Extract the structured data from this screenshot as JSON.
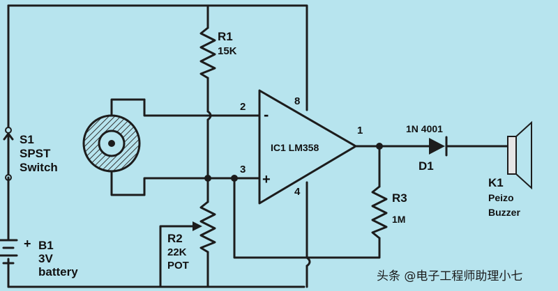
{
  "labels": {
    "r1_name": "R1",
    "r1_value": "15K",
    "s1_name": "S1",
    "s1_type": "SPST",
    "s1_desc": "Switch",
    "b1_plus": "+",
    "b1_name": "B1",
    "b1_value": "3V",
    "b1_desc": "battery",
    "pin2": "2",
    "pin3": "3",
    "pin4": "4",
    "pin8": "8",
    "pin1": "1",
    "minus_sign": "-",
    "plus_sign": "+",
    "ic1": "IC1 LM358",
    "d1_part": "1N 4001",
    "d1_name": "D1",
    "r3_name": "R3",
    "r3_value": "1M",
    "r2_name": "R2",
    "r2_value": "22K",
    "r2_desc": "POT",
    "k1_name": "K1",
    "k1_type": "Peizo",
    "k1_desc": "Buzzer"
  },
  "watermark": "头条 @电子工程师助理小七",
  "colors": {
    "background": "#b7e4ee",
    "wire": "#1c1c1c",
    "sensor_hatch": "#333333"
  }
}
